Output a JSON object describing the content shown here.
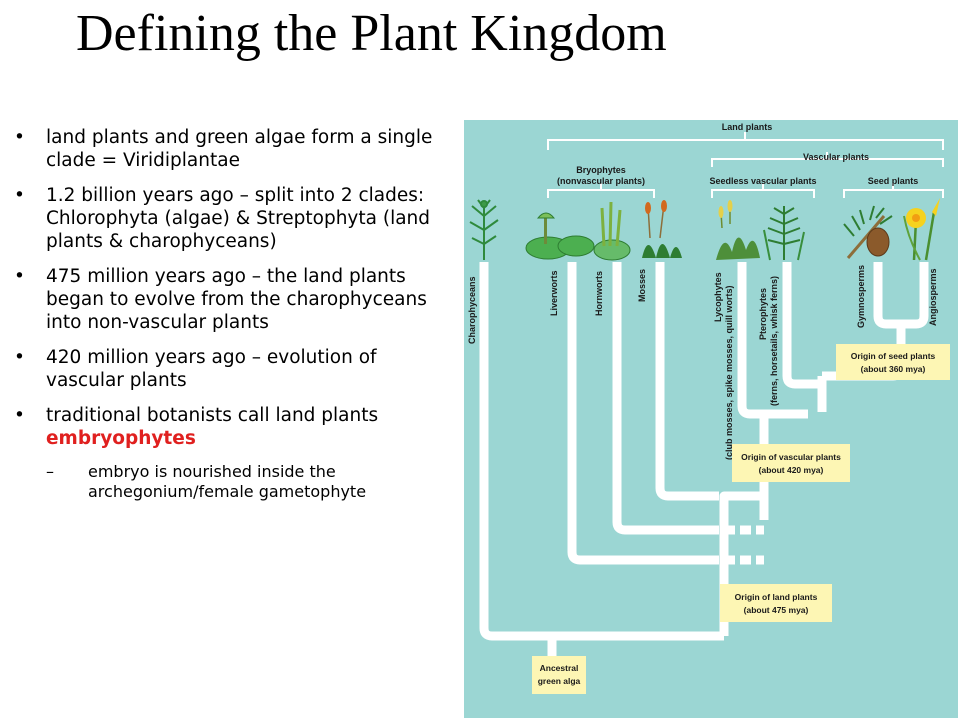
{
  "slide": {
    "title": "Defining the Plant Kingdom",
    "bullets": [
      {
        "text": "land plants and green algae form a single clade = Viridiplantae"
      },
      {
        "text": "1.2 billion years ago – split into 2 clades: Chlorophyta (algae) & Streptophyta (land plants & charophyceans)"
      },
      {
        "text": "475 million years ago – the land plants began to evolve from the charophyceans into non-vascular plants"
      },
      {
        "text": "420 million years ago – evolution of vascular plants"
      },
      {
        "text_before": "traditional botanists call land plants ",
        "highlight": "embryophytes",
        "sub": "embryo is nourished inside the archegonium/female gametophyte"
      }
    ]
  },
  "diagram": {
    "colors": {
      "background": "#9bd6d3",
      "branch": "#ffffff",
      "box": "#fdf6b4",
      "text": "#1a1a1a"
    },
    "groups": {
      "land_plants": "Land plants",
      "vascular_plants": "Vascular plants",
      "bryophytes": "Bryophytes",
      "nonvascular": "(nonvascular plants)",
      "seedless": "Seedless vascular plants",
      "seed": "Seed plants"
    },
    "taxa": {
      "charophyceans": "Charophyceans",
      "liverworts": "Liverworts",
      "hornworts": "Hornworts",
      "mosses": "Mosses",
      "lycophytes_name": "Lycophytes",
      "lycophytes_note": "(club mosses, spike mosses, quill worts)",
      "pterophytes_name": "Pterophytes",
      "pterophytes_note": "(ferns, horsetails, whisk ferns)",
      "gymnosperms": "Gymnosperms",
      "angiosperms": "Angiosperms"
    },
    "origins": {
      "seed_line1": "Origin of seed plants",
      "seed_line2": "(about 360 mya)",
      "vascular_line1": "Origin of vascular plants",
      "vascular_line2": "(about 420 mya)",
      "land_line1": "Origin of land plants",
      "land_line2": "(about 475 mya)",
      "ancestor_line1": "Ancestral",
      "ancestor_line2": "green alga"
    }
  }
}
